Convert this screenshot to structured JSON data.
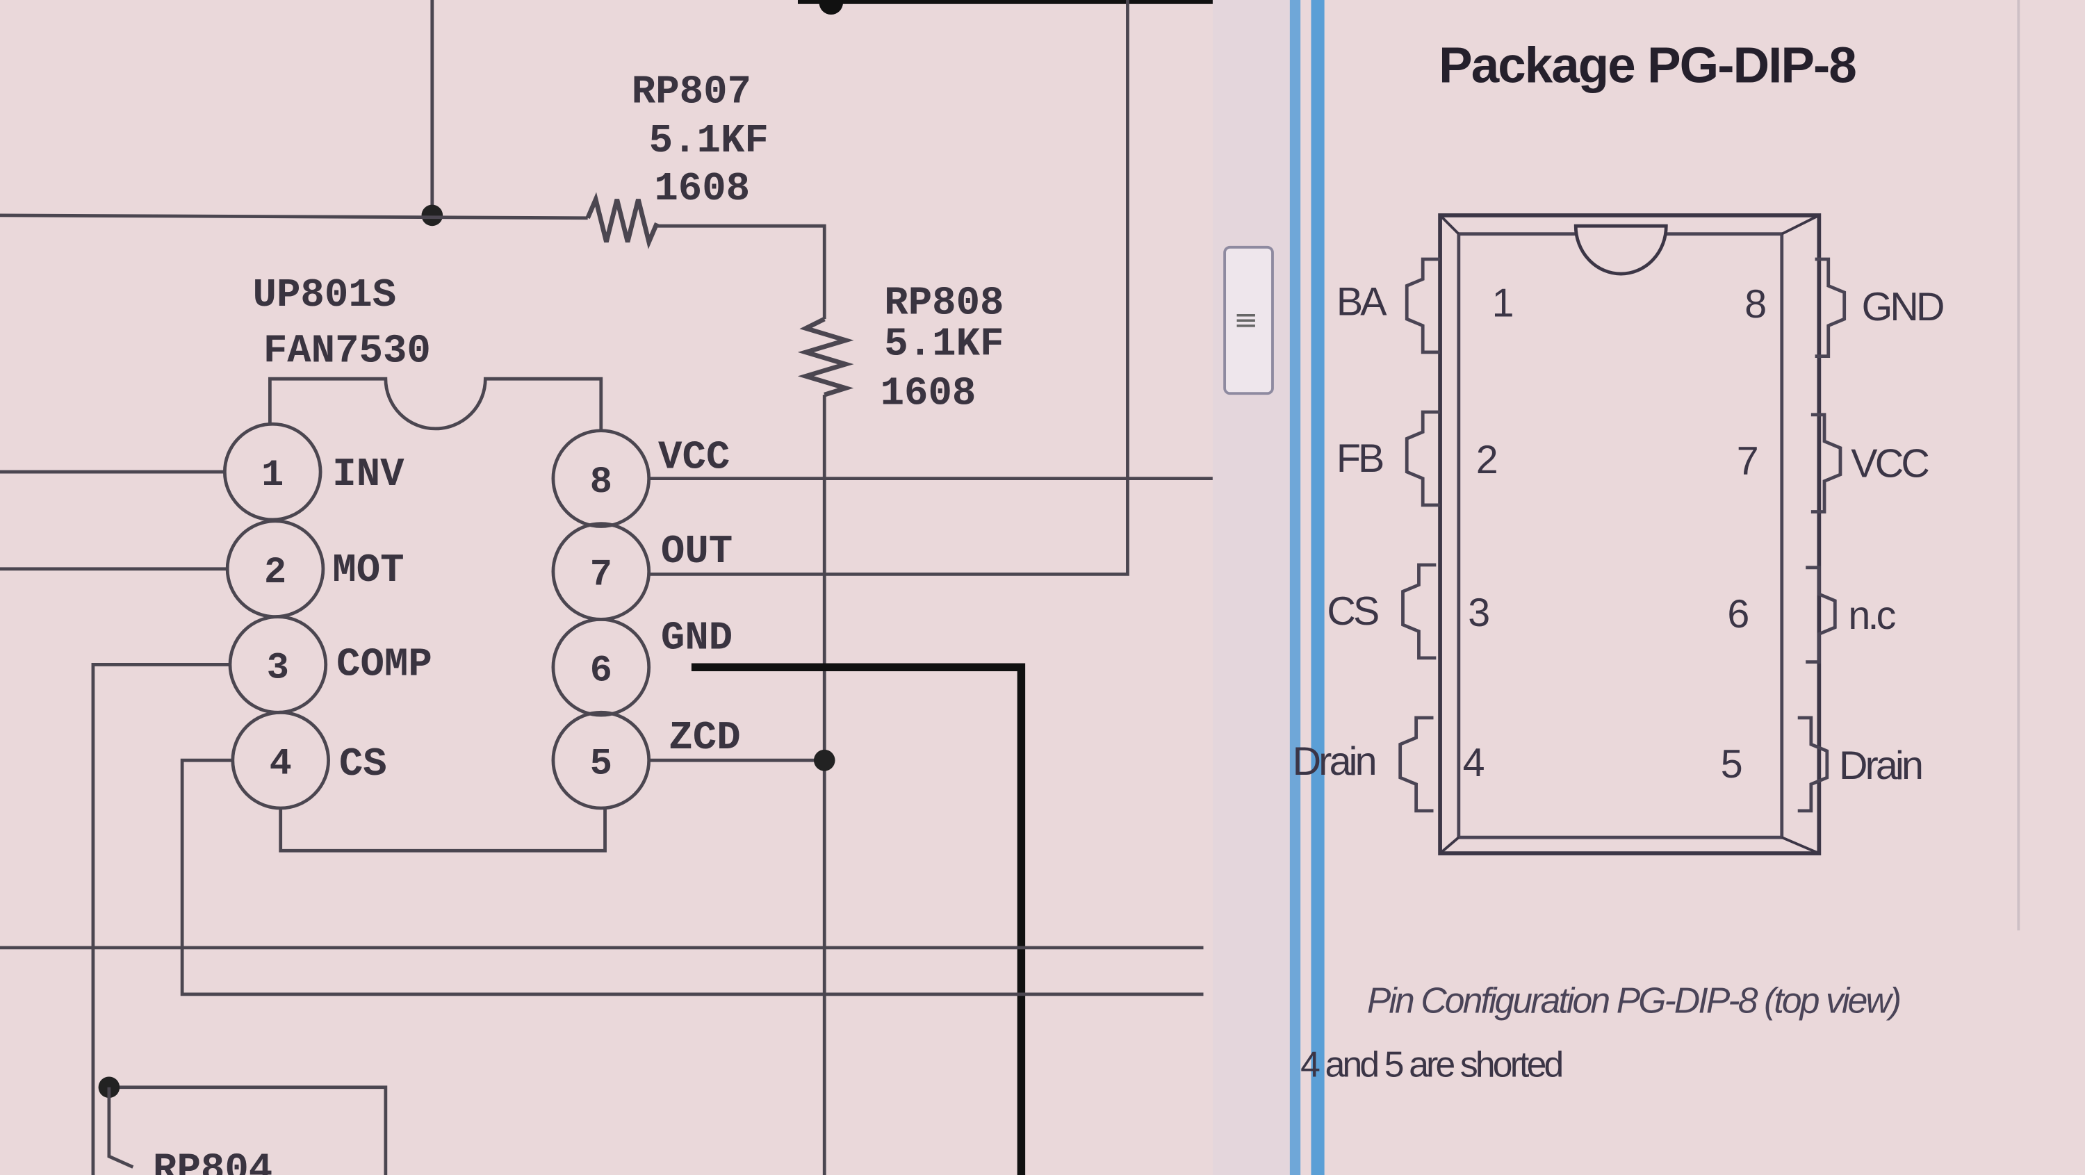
{
  "schematic": {
    "ic": {
      "ref": "UP801S",
      "part": "FAN7530"
    },
    "resistors": [
      {
        "ref": "RP807",
        "value": "5.1KF",
        "package": "1608"
      },
      {
        "ref": "RP808",
        "value": "5.1KF",
        "package": "1608"
      }
    ],
    "partial_label": "RP804",
    "pins": [
      {
        "num": "1",
        "name": "INV"
      },
      {
        "num": "2",
        "name": "MOT"
      },
      {
        "num": "3",
        "name": "COMP"
      },
      {
        "num": "4",
        "name": "CS"
      },
      {
        "num": "5",
        "name": "ZCD"
      },
      {
        "num": "6",
        "name": "GND"
      },
      {
        "num": "7",
        "name": "OUT"
      },
      {
        "num": "8",
        "name": "VCC"
      }
    ]
  },
  "datasheet": {
    "title": "Package PG-DIP-8",
    "pins": [
      {
        "num": "1",
        "name": "BA"
      },
      {
        "num": "2",
        "name": "FB"
      },
      {
        "num": "3",
        "name": "CS"
      },
      {
        "num": "4",
        "name": "Drain"
      },
      {
        "num": "5",
        "name": "Drain"
      },
      {
        "num": "6",
        "name": "n.c"
      },
      {
        "num": "7",
        "name": "VCC"
      },
      {
        "num": "8",
        "name": "GND"
      }
    ],
    "caption": "Pin Configuration PG-DIP-8 (top view)",
    "note": "4 and 5 are shorted"
  },
  "colors": {
    "background": "#ead8da",
    "window_border": "#5b9fd6"
  }
}
